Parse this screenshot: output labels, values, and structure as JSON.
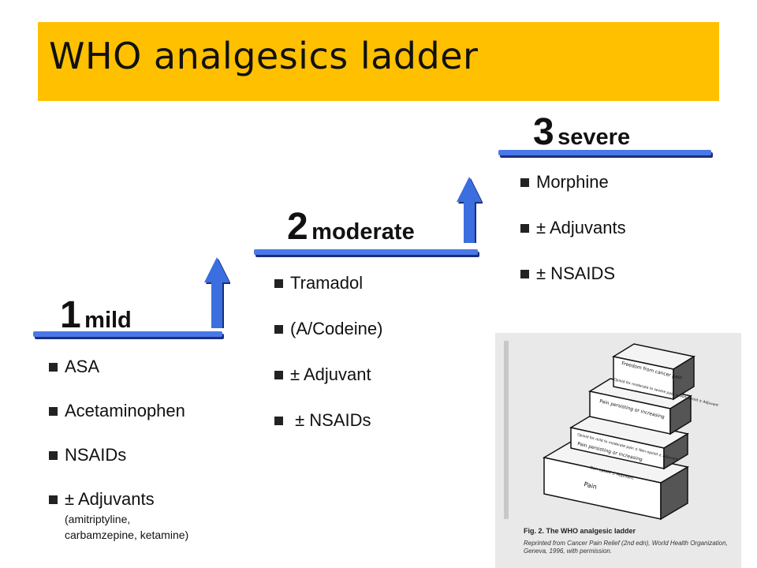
{
  "title": "WHO analgesics ladder",
  "colors": {
    "title_bg": "#FFC000",
    "bar": "#4a78e8",
    "bar_shadow": "#1b2f7a",
    "arrow": "#3b6fe0"
  },
  "steps": [
    {
      "number": "1",
      "label": "mild",
      "items": [
        "ASA",
        "Acetaminophen",
        "NSAIDs",
        "± Adjuvants"
      ],
      "note_lines": [
        "(amitriptyline,",
        "carbamzepine, ketamine)"
      ]
    },
    {
      "number": "2",
      "label": "moderate",
      "items": [
        "Tramadol",
        "(A/Codeine)",
        "± Adjuvant",
        " ± NSAIDs"
      ]
    },
    {
      "number": "3",
      "label": "severe",
      "items": [
        "Morphine",
        "± Adjuvants",
        "± NSAIDS"
      ]
    }
  ],
  "figure": {
    "icon": "who-ladder-figure-image",
    "caption": "Fig. 2. The WHO analgesic ladder",
    "credit": "Reprinted from Cancer Pain Relief (2nd edn), World Health Organization, Geneva, 1996, with permission.",
    "labels": {
      "top": "Freedom from cancer pain",
      "step3_drug": "Opioid for moderate to severe pain ± Non-opioid ± Adjuvant",
      "step3_pain": "Pain persisting or increasing",
      "step2_drug": "Opioid for mild to moderate pain ± Non-opioid ± Adjuvant",
      "step2_pain": "Pain persisting or increasing",
      "step1_drug": "Non-opioid ± Adjuvant",
      "step1_pain": "Pain"
    }
  }
}
